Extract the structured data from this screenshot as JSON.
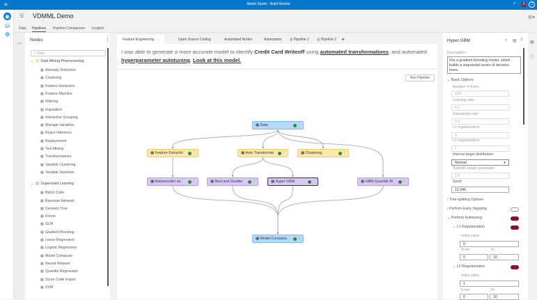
{
  "app": {
    "title": "Model Studio - Build Models",
    "notification_count": "3"
  },
  "project": {
    "title": "VDMML Demo",
    "tabs": [
      "Data",
      "Pipelines",
      "Pipeline Comparison",
      "Insights"
    ],
    "active_tab": "Pipelines"
  },
  "nodes_panel": {
    "title": "Nodes",
    "filter_placeholder": "Filter",
    "groups": [
      {
        "name": "Data Mining Preprocessing",
        "color": "#fde79a",
        "items": [
          {
            "label": "Anomaly Detection",
            "icon": "anomaly-icon"
          },
          {
            "label": "Clustering",
            "icon": "clustering-icon"
          },
          {
            "label": "Feature Extraction",
            "icon": "feature-extraction-icon"
          },
          {
            "label": "Feature Machine",
            "icon": "feature-machine-icon"
          },
          {
            "label": "Filtering",
            "icon": "filter-icon"
          },
          {
            "label": "Imputation",
            "icon": "imputation-icon"
          },
          {
            "label": "Interactive Grouping",
            "icon": "grouping-icon"
          },
          {
            "label": "Manage Variables",
            "icon": "table-icon"
          },
          {
            "label": "Reject Inference",
            "icon": "reject-icon"
          },
          {
            "label": "Replacement",
            "icon": "replacement-icon"
          },
          {
            "label": "Text Mining",
            "icon": "text-icon"
          },
          {
            "label": "Transformations",
            "icon": "function-icon"
          },
          {
            "label": "Variable Clustering",
            "icon": "variable-clustering-icon"
          },
          {
            "label": "Variable Selection",
            "icon": "variable-selection-icon"
          }
        ]
      },
      {
        "name": "Supervised Learning",
        "color": "#d9c6f5",
        "items": [
          {
            "label": "Batch Code",
            "icon": "code-icon"
          },
          {
            "label": "Bayesian Network",
            "icon": "network-icon"
          },
          {
            "label": "Decision Tree",
            "icon": "tree-icon"
          },
          {
            "label": "Forest",
            "icon": "forest-icon"
          },
          {
            "label": "GLM",
            "icon": "chart-icon"
          },
          {
            "label": "Gradient Boosting",
            "icon": "boosting-icon"
          },
          {
            "label": "Linear Regression",
            "icon": "regression-icon"
          },
          {
            "label": "Logistic Regression",
            "icon": "regression-icon"
          },
          {
            "label": "Model Composer",
            "icon": "composer-icon"
          },
          {
            "label": "Neural Network",
            "icon": "neural-icon"
          },
          {
            "label": "Quantile Regression",
            "icon": "quantile-icon"
          },
          {
            "label": "Score Code Import",
            "icon": "import-icon"
          },
          {
            "label": "SVM",
            "icon": "svm-icon"
          }
        ]
      }
    ]
  },
  "pipeline_tabs": [
    "Feature Engineering",
    "Open Source Coding",
    "Automated Nodes",
    "Automation",
    "Pipeline 1",
    "Pipeline 2"
  ],
  "active_pipeline_tab": "Feature Engineering",
  "message": {
    "p1": "I was able to generate a more accurate model to identify ",
    "b1": "Credit Card Writeoff",
    "p2": " using ",
    "l1": "automated transformations",
    "p3": ", and automated ",
    "l2": "hyperparameter autotuning",
    "p4": ". ",
    "l3": "Look at this model."
  },
  "run_pipeline": "Run Pipeline",
  "colors": {
    "data": "#b3dafc",
    "preprocess": "#fde9a6",
    "supervised": "#d9c9f7",
    "brand": "#0378cd",
    "toggle_on": "#8b0d3a",
    "success": "#2e8b2e"
  },
  "pipeline": {
    "nodes": [
      {
        "id": "data",
        "label": "Data",
        "type": "data"
      },
      {
        "id": "fe",
        "label": "Feature Extractio",
        "type": "preprocess"
      },
      {
        "id": "at",
        "label": "Auto Transformat",
        "type": "preprocess"
      },
      {
        "id": "cl",
        "label": "Clustering",
        "type": "preprocess"
      },
      {
        "id": "ae",
        "label": "Autoencoder an",
        "type": "supervised"
      },
      {
        "id": "bg",
        "label": "Best and Gradier",
        "type": "supervised"
      },
      {
        "id": "hg",
        "label": "Hyper GBM",
        "type": "supervised",
        "selected": true
      },
      {
        "id": "gq",
        "label": "GBM Quantile Bi",
        "type": "supervised"
      },
      {
        "id": "mc",
        "label": "Model Comparis",
        "type": "data"
      }
    ],
    "edges": [
      [
        "data",
        "fe"
      ],
      [
        "data",
        "at"
      ],
      [
        "data",
        "cl"
      ],
      [
        "data",
        "gq"
      ],
      [
        "fe",
        "ae"
      ],
      [
        "at",
        "bg"
      ],
      [
        "at",
        "hg"
      ],
      [
        "ae",
        "mc"
      ],
      [
        "bg",
        "mc"
      ],
      [
        "hg",
        "mc"
      ],
      [
        "gq",
        "mc"
      ]
    ]
  },
  "properties": {
    "title": "Hyper GBM",
    "description_label": "Description:",
    "description": "Fits a gradient boosting model, which builds a sequential series of decision trees.",
    "basic_options": "Basic Options",
    "num_trees_label": "Number of trees:",
    "num_trees": "100",
    "learning_rate_label": "Learning rate:",
    "learning_rate": "0.1",
    "subsample_label": "Subsample rate:",
    "subsample": "0.5",
    "l1_label": "L1 regularization:",
    "l1": "0",
    "l2_label": "L2 regularization:",
    "l2": "1",
    "dist_label": "Interval target distribution:",
    "dist": "Normal",
    "tweedie_label": "Tweedie power parameter:",
    "tweedie": "1.5",
    "seed_label": "Seed:",
    "seed": "12,345",
    "tree_splitting": "Tree-splitting Options",
    "early_stopping": "Perform Early Stopping",
    "early_stopping_on": false,
    "autotuning": "Perform Autotuning",
    "autotuning_on": true,
    "l1reg": {
      "label": "L1 Regularization",
      "on": true,
      "initial_label": "Initial value:",
      "initial": "0",
      "from_label": "From:",
      "from": "0",
      "to_label": "To:",
      "to": "10"
    },
    "l2reg": {
      "label": "L2 Regularization",
      "on": true,
      "initial_label": "Initial value:",
      "initial": "1",
      "from_label": "From:",
      "from": "0",
      "to_label": "To:",
      "to": "10"
    }
  }
}
